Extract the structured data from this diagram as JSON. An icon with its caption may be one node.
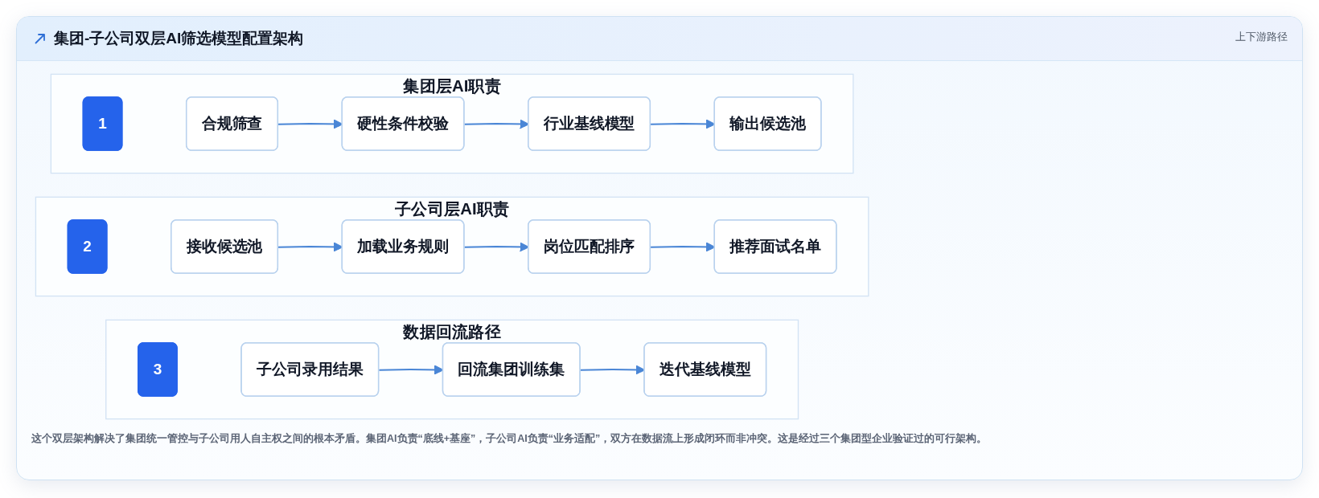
{
  "diagram": {
    "title": "集团-子公司双层AI筛选模型配置架构",
    "nodes": [
      {
        "text": [
          "集团层AI职责"
        ]
      },
      {
        "text": [
          "1"
        ],
        "in": 0
      },
      {
        "text": [
          "合规筛查"
        ],
        "in": 0
      },
      {
        "text": [
          "硬性条件校验"
        ],
        "in": 0
      },
      {
        "text": [
          "行业基线模型"
        ],
        "in": 0
      },
      {
        "text": [
          "输出候选池"
        ],
        "in": 0
      },
      {
        "text": [
          "子公司层AI职责"
        ]
      },
      {
        "text": [
          "2"
        ],
        "in": 6
      },
      {
        "text": [
          "接收候选池"
        ],
        "in": 6
      },
      {
        "text": [
          "加载业务规则"
        ],
        "in": 6
      },
      {
        "text": [
          "岗位匹配排序"
        ],
        "in": 6
      },
      {
        "text": [
          "推荐面试名单"
        ],
        "in": 6
      },
      {
        "text": [
          "数据回流路径"
        ]
      },
      {
        "text": [
          "3"
        ],
        "in": 12
      },
      {
        "text": [
          "子公司录用结果"
        ],
        "in": 12
      },
      {
        "text": [
          "回流集团训练集"
        ],
        "in": 12
      },
      {
        "text": [
          "迭代基线模型"
        ],
        "in": 12
      }
    ],
    "edges": [
      {
        "from": 2,
        "to": 3,
        "arrow": "to"
      },
      {
        "from": 3,
        "to": 4,
        "arrow": "to"
      },
      {
        "from": 4,
        "to": 5,
        "arrow": "to"
      },
      {
        "from": 8,
        "to": 9,
        "arrow": "to"
      },
      {
        "from": 9,
        "to": 10,
        "arrow": "to"
      },
      {
        "from": 10,
        "to": 11,
        "arrow": "to"
      },
      {
        "from": 14,
        "to": 15,
        "arrow": "to"
      },
      {
        "from": 15,
        "to": 16,
        "arrow": "to"
      }
    ],
    "labels": [
      "上下游路径"
    ],
    "caption": "这个双层架构解决了集团统一管控与子公司用人自主权之间的根本矛盾。集团AI负责“底线+基座”，子公司AI负责“业务适配”，双方在数据流上形成闭环而非冲突。这是经过三个集团型企业验证过的可行架构。"
  }
}
